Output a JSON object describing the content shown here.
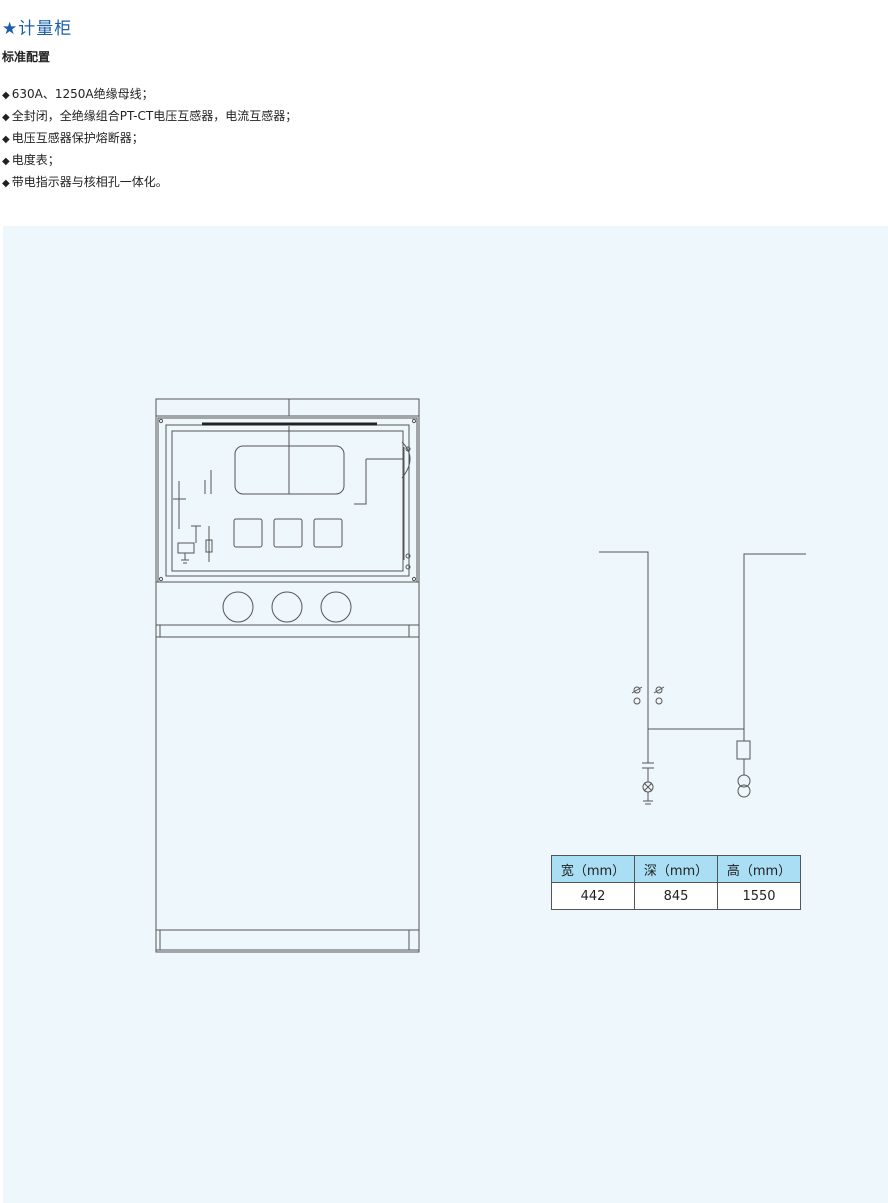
{
  "header": {
    "title": "★计量柜",
    "subtitle": "标准配置"
  },
  "features": [
    "630A、1250A绝缘母线；",
    "全封闭，全绝缘组合PT-CT电压互感器，电流互感器；",
    "电压互感器保护熔断器；",
    "电度表；",
    "带电指示器与核相孔一体化。"
  ],
  "bullet_glyph": "◆",
  "spec_table": {
    "headers": [
      "宽（mm）",
      "深（mm）",
      "高（mm）"
    ],
    "values": [
      "442",
      "845",
      "1550"
    ]
  },
  "colors": {
    "title": "#1a5fa8",
    "panel_bg": "#eef7fc",
    "table_header": "#a9def5",
    "line": "#555555"
  }
}
